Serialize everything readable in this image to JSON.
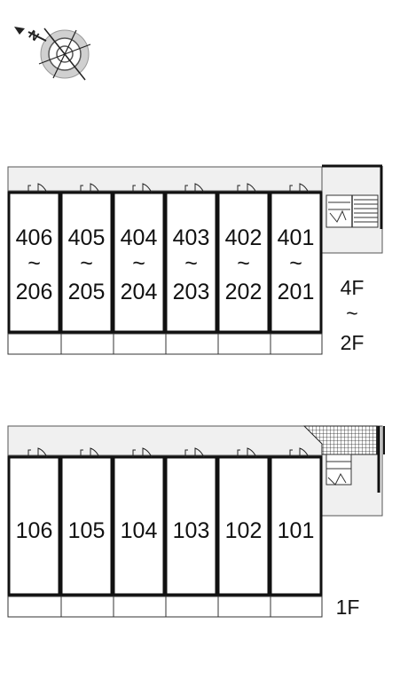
{
  "compass": {
    "icon": "compass-north-icon",
    "letter": "N"
  },
  "upper_block": {
    "units": [
      {
        "top": "406",
        "tilde": "~",
        "bottom": "206"
      },
      {
        "top": "405",
        "tilde": "~",
        "bottom": "205"
      },
      {
        "top": "404",
        "tilde": "~",
        "bottom": "204"
      },
      {
        "top": "403",
        "tilde": "~",
        "bottom": "203"
      },
      {
        "top": "402",
        "tilde": "~",
        "bottom": "202"
      },
      {
        "top": "401",
        "tilde": "~",
        "bottom": "201"
      }
    ],
    "floor_range": {
      "top": "4F",
      "tilde": "~",
      "bottom": "2F"
    }
  },
  "lower_block": {
    "units": [
      "106",
      "105",
      "104",
      "103",
      "102",
      "101"
    ],
    "floor": "1F"
  },
  "colors": {
    "corridor_fill": "#f0f0f0",
    "wall": "#111111",
    "background": "#ffffff"
  }
}
